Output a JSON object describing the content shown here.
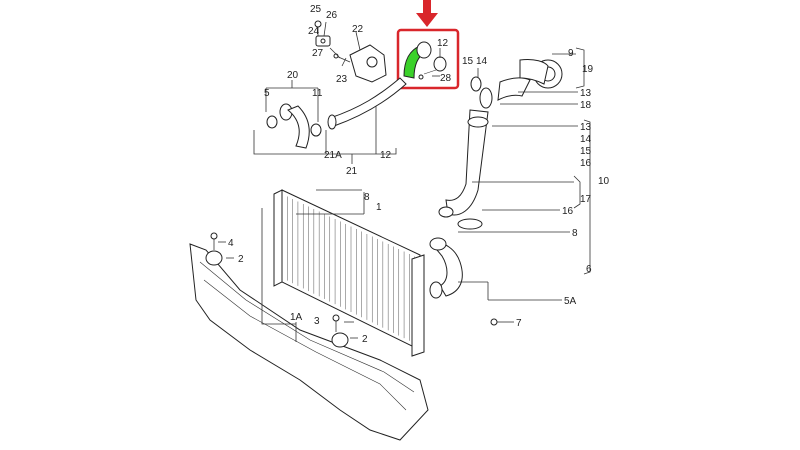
{
  "highlight": {
    "arrow_color": "#d9262b",
    "box_color": "#d9262b",
    "part_color": "#3bd12a"
  },
  "labels": {
    "l25": "25",
    "l26": "26",
    "l22": "22",
    "l24": "24",
    "l27": "27",
    "l23": "23",
    "l12_top": "12",
    "l28": "28",
    "l15": "15",
    "l14": "14",
    "l9": "9",
    "l19": "19",
    "l13a": "13",
    "l18": "18",
    "l13b": "13",
    "l14b": "14",
    "l15b": "15",
    "l16": "16",
    "l10": "10",
    "l17": "17",
    "l16b": "16",
    "l8b": "8",
    "l6": "6",
    "l5A": "5A",
    "l7": "7",
    "l20": "20",
    "l5": "5",
    "l11": "11",
    "l21A": "21A",
    "l12b": "12",
    "l21": "21",
    "l8": "8",
    "l1": "1",
    "l4": "4",
    "l2a": "2",
    "l3": "3",
    "l1A": "1A",
    "l2b": "2"
  }
}
